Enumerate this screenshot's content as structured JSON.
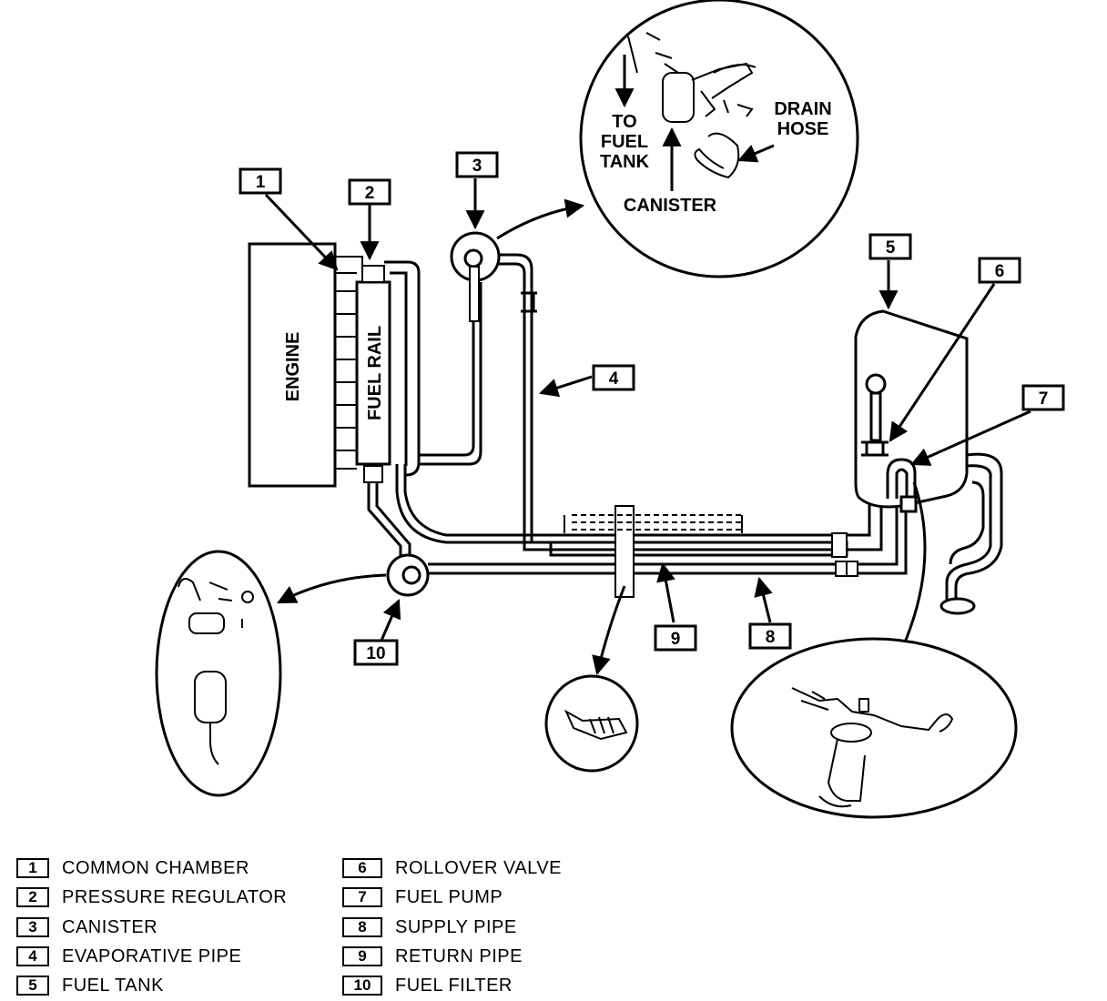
{
  "diagram": {
    "engine_label": "ENGINE",
    "fuel_rail_label": "FUEL RAIL",
    "inset_canister": {
      "to_fuel_tank": [
        "TO",
        "FUEL",
        "TANK"
      ],
      "drain_hose": [
        "DRAIN",
        "HOSE"
      ],
      "canister": "CANISTER"
    },
    "callouts": [
      "1",
      "2",
      "3",
      "4",
      "5",
      "6",
      "7",
      "8",
      "9",
      "10"
    ]
  },
  "legend": [
    {
      "num": "1",
      "text": "COMMON CHAMBER"
    },
    {
      "num": "2",
      "text": "PRESSURE REGULATOR"
    },
    {
      "num": "3",
      "text": "CANISTER"
    },
    {
      "num": "4",
      "text": "EVAPORATIVE PIPE"
    },
    {
      "num": "5",
      "text": "FUEL TANK"
    },
    {
      "num": "6",
      "text": "ROLLOVER VALVE"
    },
    {
      "num": "7",
      "text": "FUEL PUMP"
    },
    {
      "num": "8",
      "text": "SUPPLY PIPE"
    },
    {
      "num": "9",
      "text": "RETURN PIPE"
    },
    {
      "num": "10",
      "text": "FUEL FILTER"
    }
  ]
}
